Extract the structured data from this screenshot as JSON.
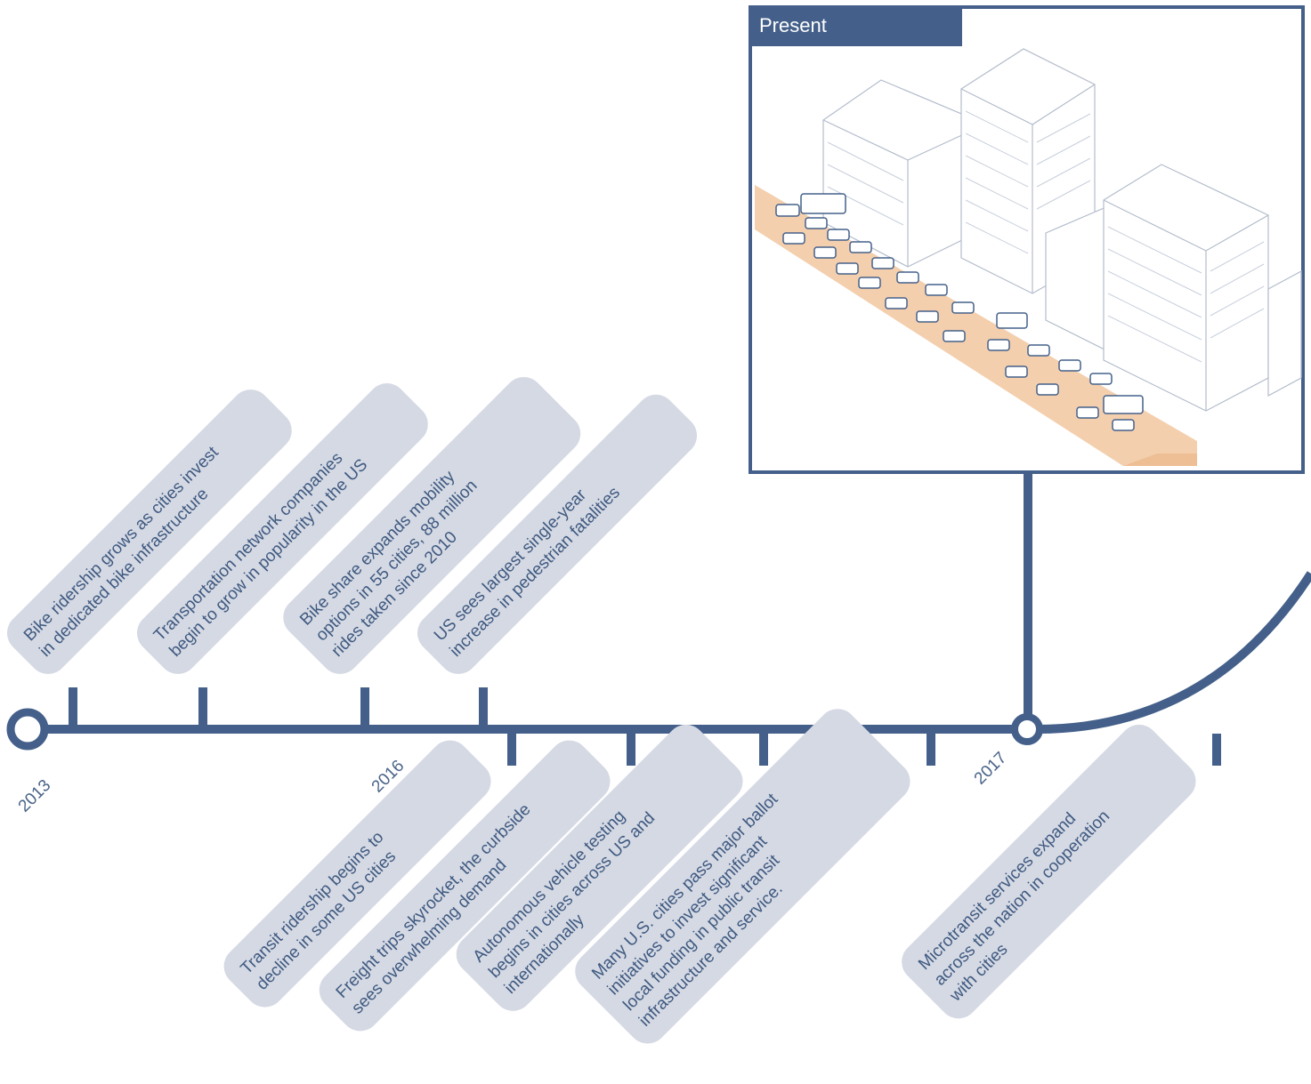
{
  "present": {
    "label": "Present"
  },
  "years": [
    {
      "label": "2013"
    },
    {
      "label": "2016"
    },
    {
      "label": "2017"
    }
  ],
  "events_above": [
    {
      "lines": [
        "Bike ridership grows as cities invest",
        "in dedicated bike infrastructure"
      ]
    },
    {
      "lines": [
        "Transportation network companies",
        "begin to grow in popularity in the US"
      ]
    },
    {
      "lines": [
        "Bike share expands mobility",
        "options in 55 cities, 88 million",
        "rides taken since 2010"
      ]
    },
    {
      "lines": [
        "US sees largest single-year",
        "increase  in pedestrian fatalities"
      ]
    }
  ],
  "events_below": [
    {
      "lines": [
        "Transit ridership begins to",
        "decline  in some US cities"
      ]
    },
    {
      "lines": [
        "Freight trips skyrocket, the curbside",
        "sees overwhelming demand"
      ]
    },
    {
      "lines": [
        "Autonomous vehicle testing",
        "begins in cities across US and",
        "internationally"
      ]
    },
    {
      "lines": [
        "Many U.S. cities pass major ballot",
        "initiatives to invest significant",
        "local funding in public transit",
        "infrastructure and service."
      ]
    },
    {
      "lines": [
        "Microtransit services expand",
        "across the nation in cooperation",
        "with cities"
      ]
    }
  ],
  "colors": {
    "line": "#44608a",
    "bubble": "#d5d9e4",
    "text": "#3f5a80",
    "road": "#f3cfae",
    "building_stroke": "#b3bccb"
  }
}
